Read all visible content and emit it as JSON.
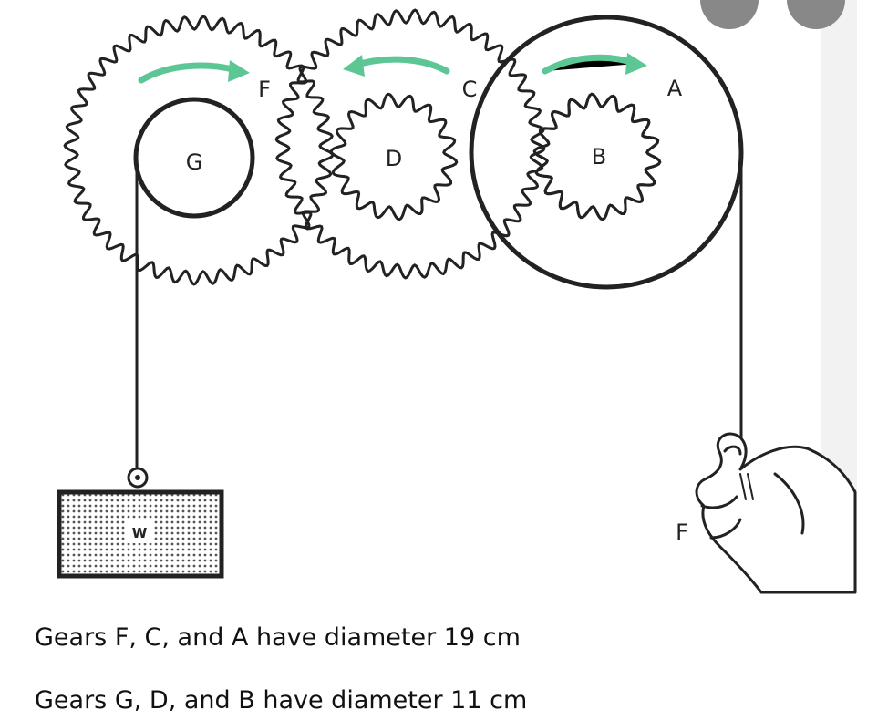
{
  "diagram": {
    "gear_labels": {
      "F": "F",
      "C": "C",
      "A": "A",
      "G": "G",
      "D": "D",
      "B": "B"
    },
    "weight_label": "W",
    "force_label": "F"
  },
  "captions": {
    "line1": "Gears F, C, and A have diameter 19 cm",
    "line2": "Gears G, D, and B have diameter 11 cm"
  },
  "colors": {
    "arrow": "#5cc795",
    "ink": "#222222",
    "background": "#ffffff"
  }
}
